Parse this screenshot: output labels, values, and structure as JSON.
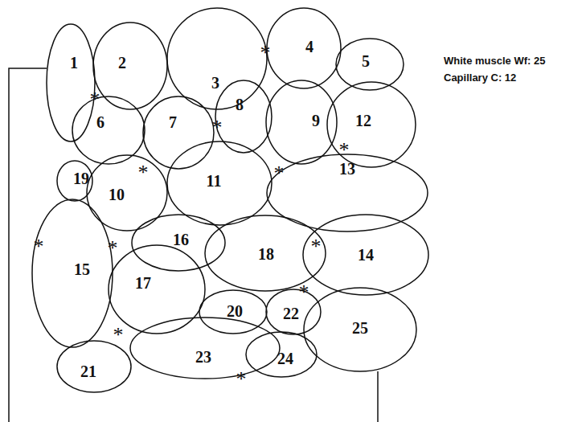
{
  "diagram": {
    "nodes": [
      {
        "text": [
          "1"
        ]
      },
      {
        "text": [
          "2"
        ]
      },
      {
        "text": [
          "3"
        ]
      },
      {
        "text": [
          "4"
        ]
      },
      {
        "text": [
          "5"
        ]
      },
      {
        "text": [
          "6"
        ]
      },
      {
        "text": [
          "7"
        ]
      },
      {
        "text": [
          "8"
        ]
      },
      {
        "text": [
          "9"
        ]
      },
      {
        "text": [
          "10"
        ]
      },
      {
        "text": [
          "11"
        ]
      },
      {
        "text": [
          "12"
        ]
      },
      {
        "text": [
          "13"
        ]
      },
      {
        "text": [
          "14"
        ]
      },
      {
        "text": [
          "15"
        ]
      },
      {
        "text": [
          "16"
        ]
      },
      {
        "text": [
          "17"
        ]
      },
      {
        "text": [
          "18"
        ]
      },
      {
        "text": [
          "19"
        ]
      },
      {
        "text": [
          "20"
        ]
      },
      {
        "text": [
          "21"
        ]
      },
      {
        "text": [
          "22"
        ]
      },
      {
        "text": [
          "23"
        ]
      },
      {
        "text": [
          "24"
        ]
      },
      {
        "text": [
          "25"
        ]
      }
    ],
    "labels": [
      "White muscle Wf: 25",
      "Capillary C: 12",
      "*",
      "*",
      "*",
      "*",
      "*",
      "*",
      "*",
      "*",
      "*",
      "*",
      "*",
      "*"
    ]
  }
}
